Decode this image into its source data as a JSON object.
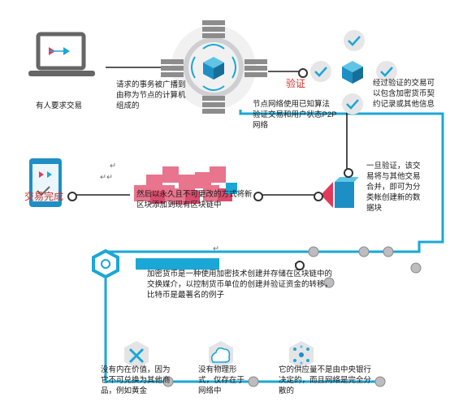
{
  "labels": {
    "user_request": "有人要求交易",
    "broadcast": "请求的事务被广播到由称为节点的计算机组成的",
    "verify": "验证",
    "network_validate": "节点网络使用已知算法验证交易和用户状态P2P 网络",
    "verified_tx": "经过验证的交易可以包含加密货币契约记录或其他信息",
    "merge_block": "一旦验证，该交易将与其他交易合并，即可为分类帐创建新的数据块",
    "add_chain": "然后以永久且不可更改的方式将新区块添加到现有区块链中",
    "tx_complete": "交易完成",
    "crypto_def": "加密货币是一种使用加密技术创建并存储在区块链中的交换媒介，以控制货币单位的创建并验证资金的转移，比特币是最著名的例子",
    "no_value": "没有内在价值，因为它不可兑换为其他商品，例如黄金",
    "no_physical": "没有物理形式，仅存在于网络中",
    "supply": "它的供应量不是由中央银行决定的，而且网络是完全分散的",
    "arrows_right": "↵",
    "arrows_right2": "↵↵",
    "arrow_small": "↵"
  },
  "colors": {
    "cyan": "#1aa7d6",
    "blue_cube": "#1e8fc4",
    "pink": "#e23a5b",
    "gray_server": "#8c8c8c",
    "dark_line": "#222222",
    "check_bg": "#e6e6e8"
  }
}
